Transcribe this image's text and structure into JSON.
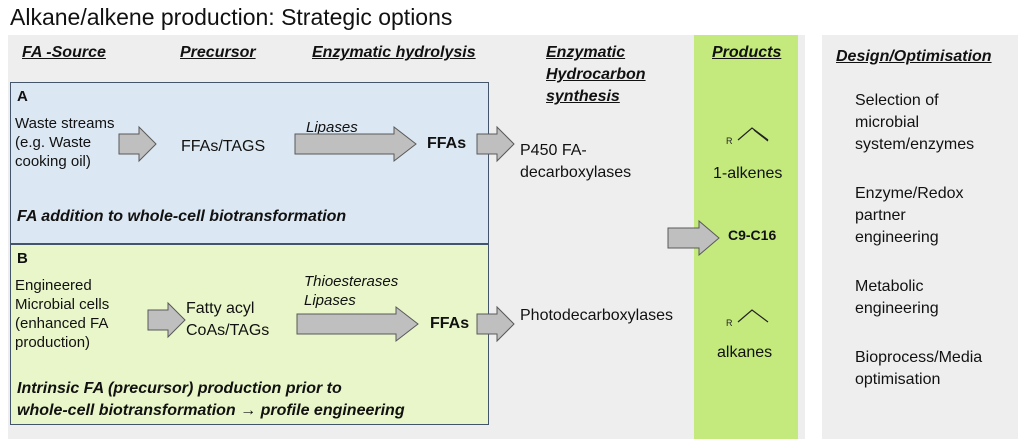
{
  "title": "Alkane/alkene production: Strategic options",
  "headers": {
    "fa_source": "FA -Source",
    "precursor": "Precursor",
    "hydrolysis": "Enzymatic hydrolysis",
    "hc_synthesis_1": "Enzymatic",
    "hc_synthesis_2": "Hydrocarbon",
    "hc_synthesis_3": "synthesis",
    "products": "Products",
    "design": "Design/Optimisation"
  },
  "box_a": {
    "letter": "A",
    "source_lines": [
      "Waste streams",
      "(e.g. Waste",
      "cooking oil)"
    ],
    "precursor": "FFAs/TAGS",
    "enzyme": "Lipases",
    "product": "FFAs",
    "caption": "FA addition to whole-cell biotransformation"
  },
  "box_b": {
    "letter": "B",
    "source_lines": [
      "Engineered",
      "Microbial cells",
      "(enhanced FA",
      "production)"
    ],
    "precursor_lines": [
      "Fatty acyl",
      "CoAs/TAGs"
    ],
    "enzyme_lines": [
      "Thioesterases",
      "Lipases"
    ],
    "product": "FFAs",
    "caption_line1": "Intrinsic FA (precursor) production prior to",
    "caption_line2": "whole-cell biotransformation  → profile engineering"
  },
  "synthesis": {
    "a_lines": [
      "P450 FA-",
      "decarboxylases"
    ],
    "b": "Photodecarboxylases"
  },
  "products": {
    "alkene_r": "R",
    "alkene": "1-alkenes",
    "range": "C9-C16",
    "alkane_r": "R",
    "alkane": "alkanes"
  },
  "design_items": [
    [
      "Selection of",
      "microbial",
      "system/enzymes"
    ],
    [
      "Enzyme/Redox",
      "partner",
      "engineering"
    ],
    [
      "Metabolic",
      "engineering"
    ],
    [
      "Bioprocess/Media",
      "optimisation"
    ]
  ],
  "colors": {
    "box_a_fill": "#dbe7f2",
    "box_b_fill": "#e9f6c9",
    "products_fill": "#c4ea7d",
    "arrow_fill": "#bfbfbf",
    "arrow_stroke": "#595959"
  }
}
